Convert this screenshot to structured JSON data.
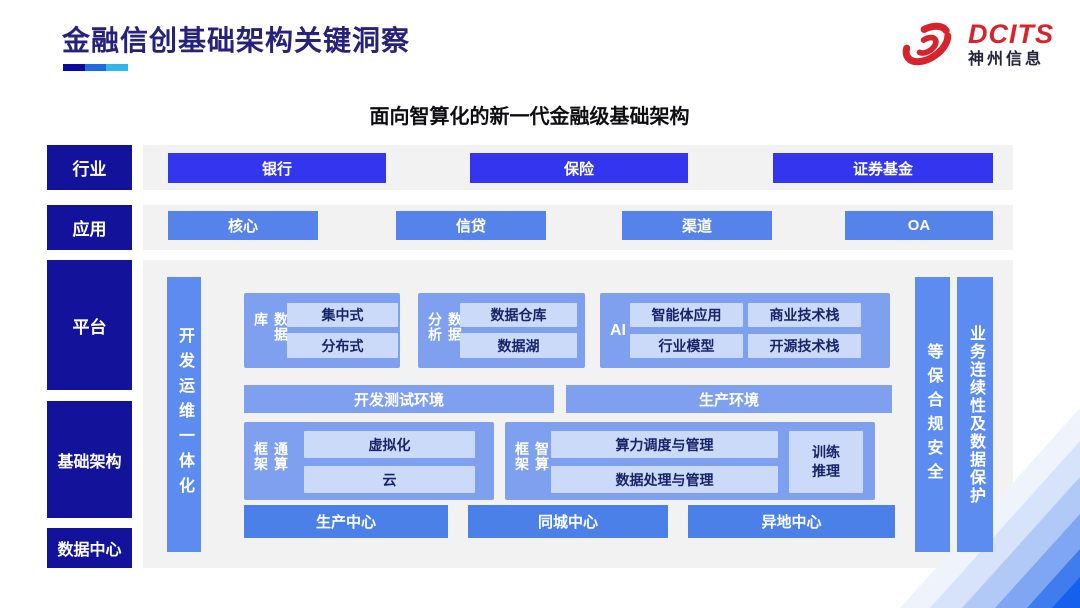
{
  "header": {
    "title": "金融信创基础架构关键洞察",
    "logo": {
      "name": "DCITS",
      "cn": "神州信息",
      "brand_red": "#d8232b"
    }
  },
  "diagram": {
    "subtitle": "面向智算化的新一代金融级基础架构",
    "industry": {
      "label": "行业",
      "items": [
        "银行",
        "保险",
        "证券基金"
      ]
    },
    "application": {
      "label": "应用",
      "items": [
        "核心",
        "信贷",
        "渠道",
        "OA"
      ]
    },
    "platform_label": "平台",
    "infrastructure_label": "基础架构",
    "datacenter_label": "数据中心",
    "devops_bar": "开发运维一体化",
    "security_bar": "等保合规安全",
    "continuity_bar": "业务连续性及数据保护",
    "database": {
      "label": "数据库",
      "items": [
        "集中式",
        "分布式"
      ]
    },
    "analytics": {
      "label": "数据分析",
      "items": [
        "数据仓库",
        "数据湖"
      ]
    },
    "ai": {
      "label": "AI",
      "items": [
        "智能体应用",
        "商业技术栈",
        "行业模型",
        "开源技术栈"
      ]
    },
    "environments": [
      "开发测试环境",
      "生产环境"
    ],
    "general_compute": {
      "label": "通算框架",
      "items": [
        "虚拟化",
        "云"
      ]
    },
    "intelligent_compute": {
      "label": "智算框架",
      "items": [
        "算力调度与管理",
        "数据处理与管理"
      ],
      "side": "训练推理"
    },
    "centers": [
      "生产中心",
      "同城中心",
      "异地中心"
    ]
  },
  "colors": {
    "label_navy": "#12129b",
    "royal_blue": "#3336ee",
    "cornflower": "#5583e9",
    "bar_blue": "#5c8cf0",
    "container_blue": "#7ea0ef",
    "inner_light": "#cbdaf8",
    "center_blue": "#4a80e8",
    "row_gray": "#f2f2f3",
    "title_navy": "#26227a",
    "underline": [
      "#0a0aa0",
      "#1e6ae0",
      "#30b6e8"
    ]
  }
}
